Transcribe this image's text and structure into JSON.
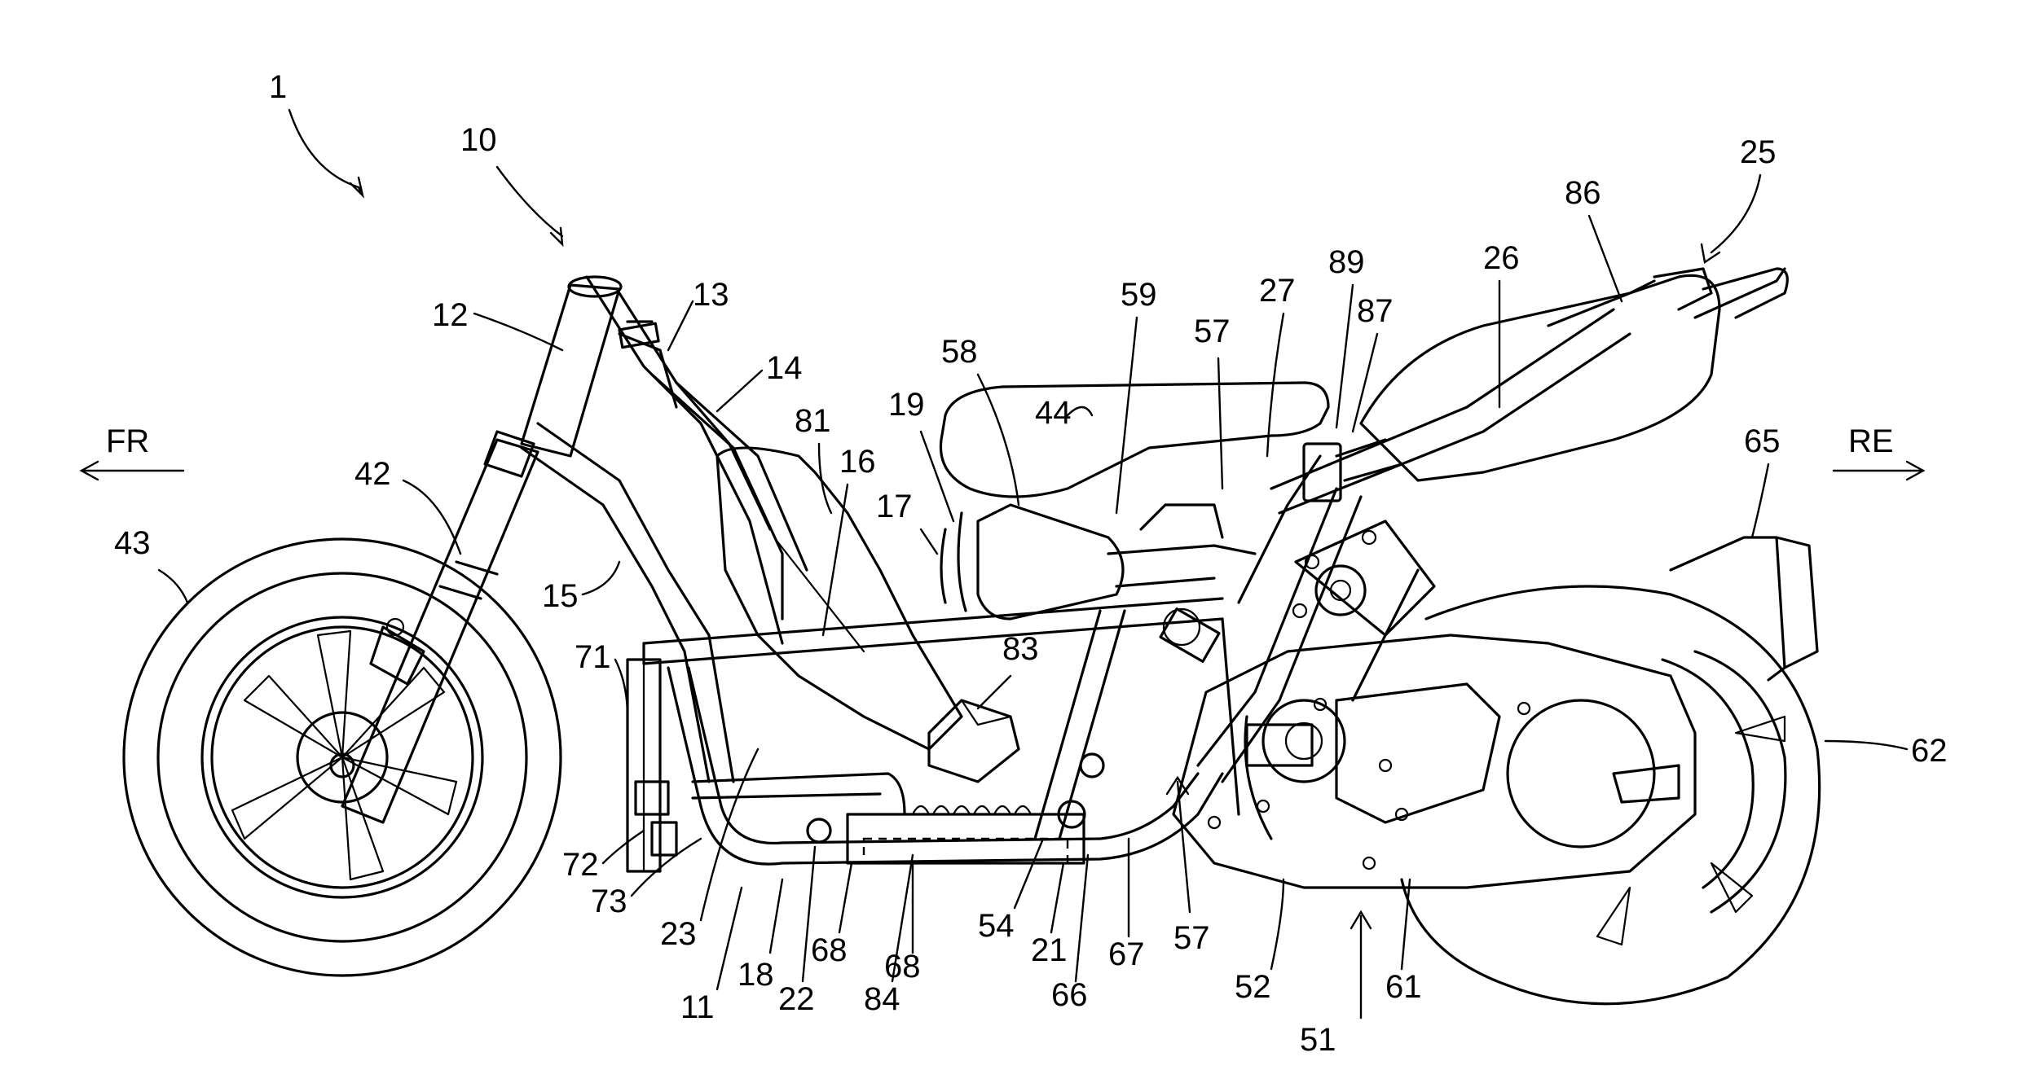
{
  "figure": {
    "directions": {
      "front": "FR",
      "rear": "RE"
    },
    "reference_numerals": [
      "1",
      "10",
      "11",
      "12",
      "13",
      "14",
      "15",
      "16",
      "17",
      "18",
      "19",
      "21",
      "22",
      "23",
      "25",
      "26",
      "27",
      "42",
      "43",
      "44",
      "51",
      "52",
      "54",
      "57",
      "57",
      "58",
      "59",
      "61",
      "62",
      "65",
      "66",
      "67",
      "68",
      "68",
      "71",
      "72",
      "73",
      "81",
      "83",
      "84",
      "86",
      "87",
      "89"
    ]
  }
}
